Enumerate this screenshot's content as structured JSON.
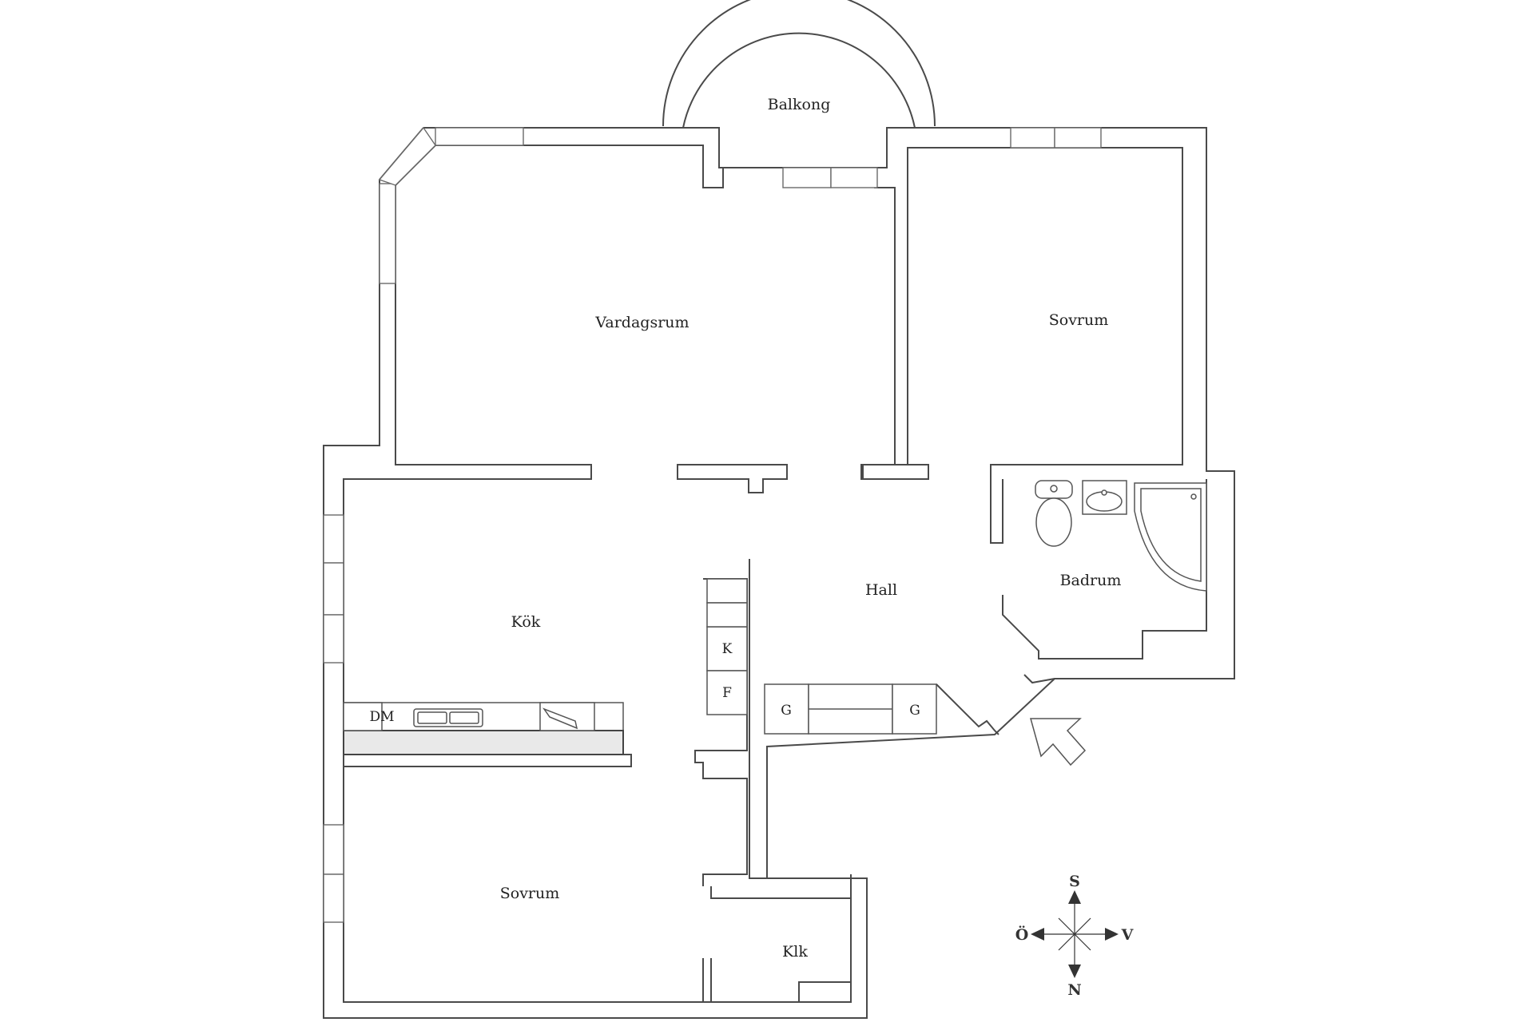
{
  "rooms": {
    "balcony": "Balkong",
    "living_room": "Vardagsrum",
    "bedroom_north": "Sovrum",
    "kitchen": "Kök",
    "hall": "Hall",
    "bathroom": "Badrum",
    "bedroom_south": "Sovrum",
    "closet": "Klk"
  },
  "fixtures": {
    "fridge": "K",
    "freezer": "F",
    "wardrobe_left": "G",
    "wardrobe_right": "G",
    "dishwasher": "DM"
  },
  "compass": {
    "south": "S",
    "north": "N",
    "east": "Ö",
    "west": "V"
  },
  "colors": {
    "wall": "#4a4a4a",
    "background": "#ffffff"
  }
}
